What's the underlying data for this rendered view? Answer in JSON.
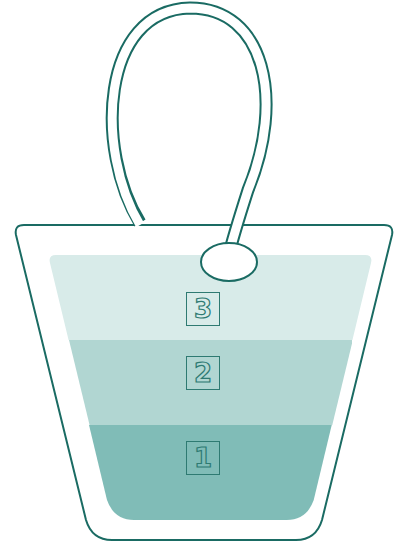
{
  "diagram": {
    "nodes": [
      {
        "text": [
          "3"
        ]
      },
      {
        "text": [
          "2"
        ]
      },
      {
        "text": [
          "1"
        ]
      }
    ]
  }
}
